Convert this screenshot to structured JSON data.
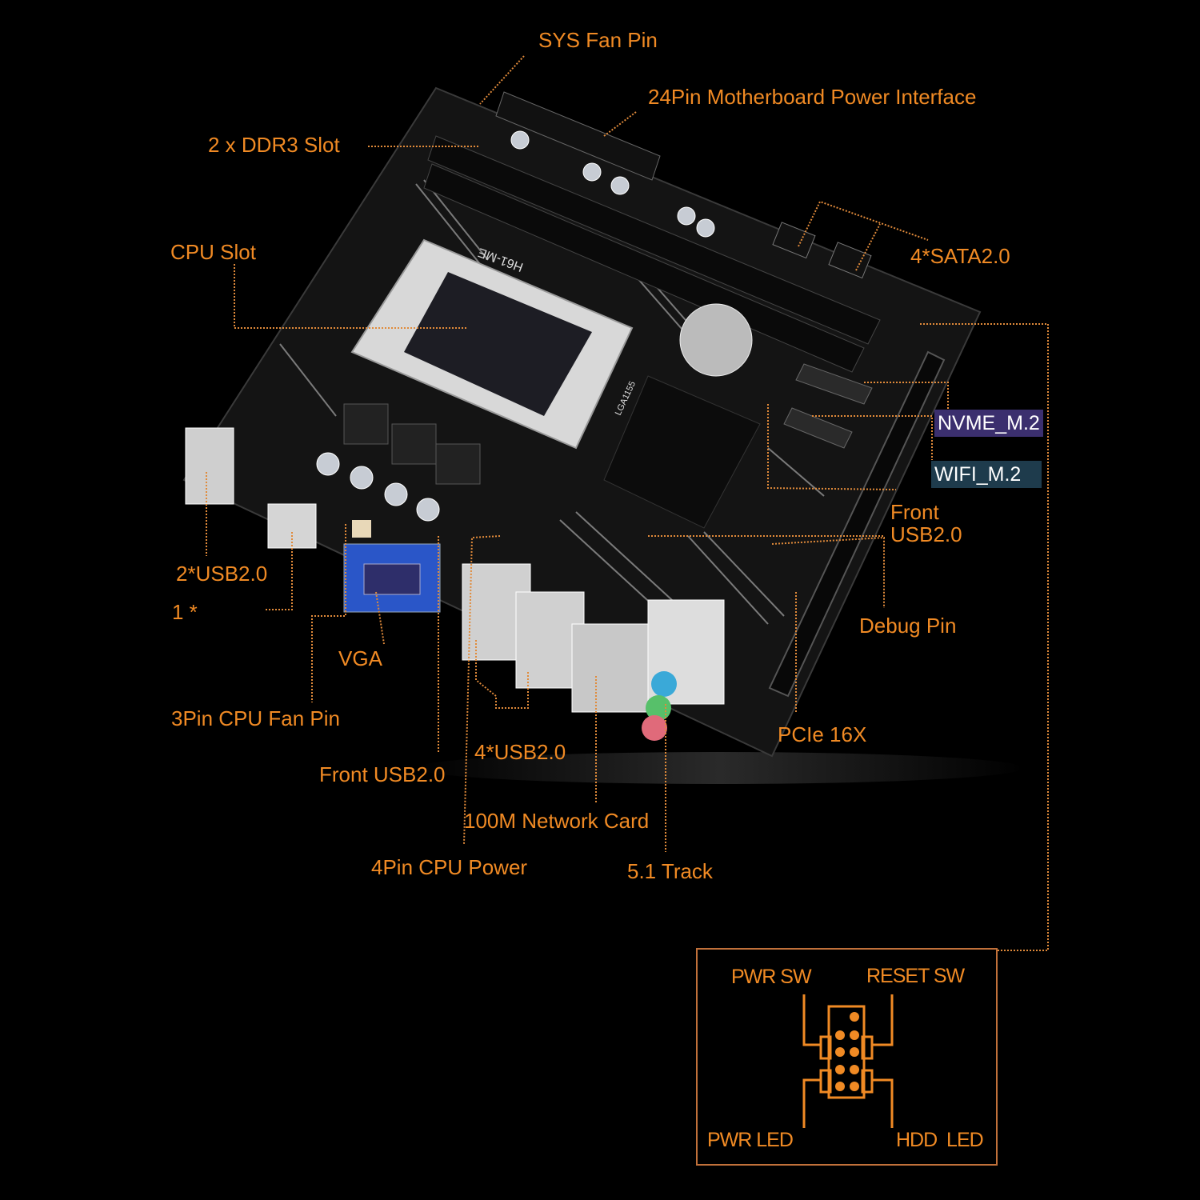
{
  "labels": {
    "sys_fan_pin": "SYS Fan Pin",
    "power_24pin": "24Pin Motherboard Power Interface",
    "ddr3_slot": "2 x DDR3 Slot",
    "cpu_slot": "CPU Slot",
    "sata": "4*SATA2.0",
    "nvme": "NVME_M.2",
    "wifi": "WIFI_M.2",
    "front_usb_right_1": "Front",
    "front_usb_right_2": "USB2.0",
    "debug_pin": "Debug Pin",
    "usb_left": "2*USB2.0",
    "one_star": "1 *",
    "vga": "VGA",
    "cpu_fan": "3Pin CPU Fan Pin",
    "pcie": "PCIe 16X",
    "usb_rear": "4*USB2.0",
    "front_usb_bottom": "Front USB2.0",
    "network": "100M Network Card",
    "cpu_power": "4Pin CPU Power",
    "audio": "5.1 Track"
  },
  "board_print": {
    "model": "H61-ME",
    "socket": "LGA1155"
  },
  "panel_header": {
    "pwr_sw": "PWR SW",
    "reset_sw": "RESET SW",
    "pwr_led": "PWR LED",
    "hdd_led": "HDD  LED"
  },
  "colors": {
    "accent": "#f08a24",
    "nvme_bg": "#3b2f6e",
    "wifi_bg": "#1e3b4c",
    "vga_port": "#2a56c8"
  }
}
